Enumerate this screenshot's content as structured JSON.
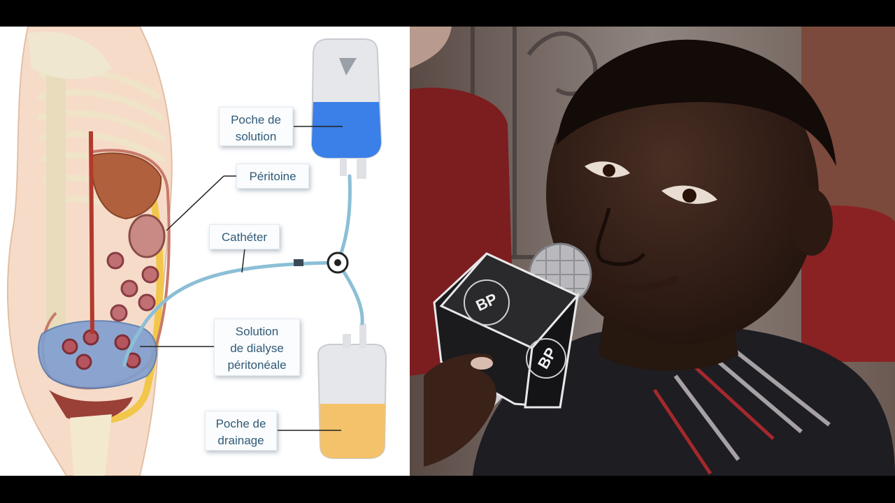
{
  "diagram": {
    "labels": {
      "poche_solution": [
        "Poche de",
        "solution"
      ],
      "peritoine": "Péritoine",
      "catheter": "Cathéter",
      "dialyse": [
        "Solution",
        "de dialyse",
        "péritonéale"
      ],
      "poche_drainage": [
        "Poche de",
        "drainage"
      ]
    }
  },
  "photo": {
    "mic_flag_text": "BP"
  },
  "colors": {
    "label_text": "#2f5a78",
    "solution_bag_fill": "#3b7fe8",
    "drainage_bag_fill": "#f3c26a",
    "tube": "#8cbfd6"
  }
}
